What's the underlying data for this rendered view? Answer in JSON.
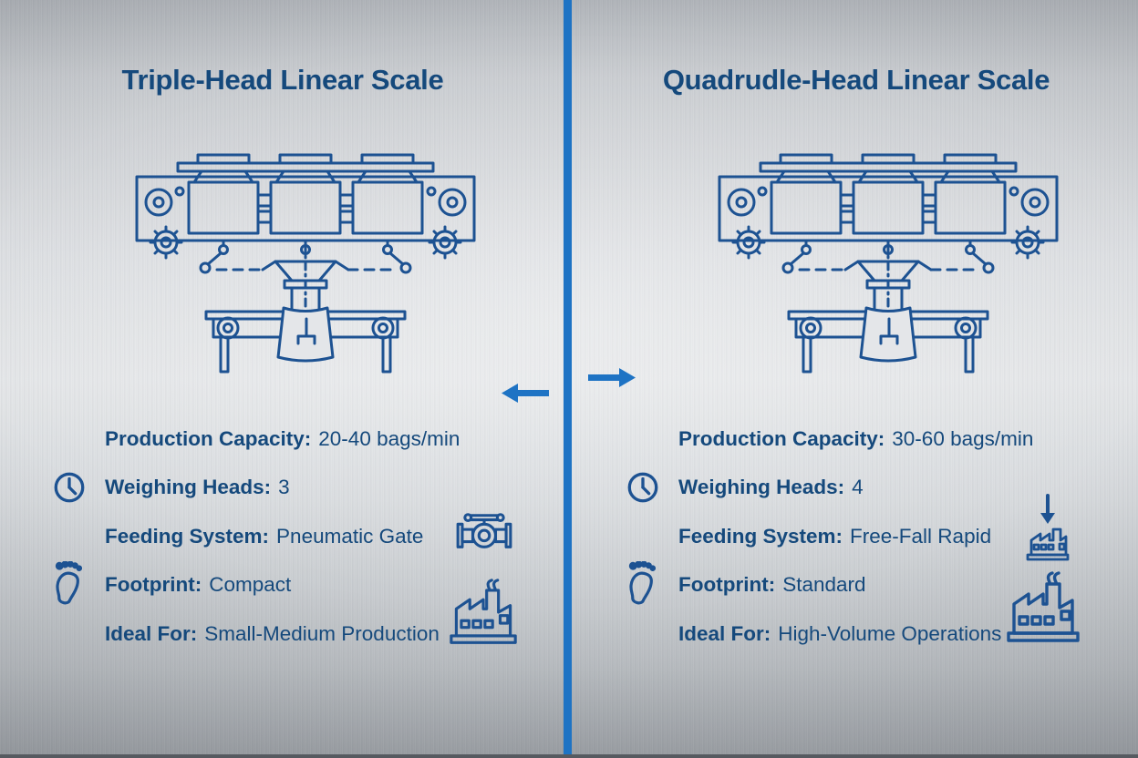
{
  "colors": {
    "accent_blue": "#1e73c4",
    "ink_blue": "#15497c",
    "machine_line_blue": "#1d5292"
  },
  "divider": {
    "left_arrow_icon": "arrow-left-icon",
    "right_arrow_icon": "arrow-right-icon"
  },
  "panels": [
    {
      "title": "Triple-Head Linear Scale",
      "machine_illustration": "triple-head-weigher-machine",
      "specs": [
        {
          "label": "Production Capacity:",
          "value": "20-40 bags/min"
        },
        {
          "label": "Weighing Heads:",
          "value": "3",
          "left_icon": "clock-icon"
        },
        {
          "label": "Feeding System:",
          "value": "Pneumatic Gate",
          "right_icon": "valve-icon"
        },
        {
          "label": "Footprint:",
          "value": "Compact",
          "left_icon": "footprint-icon"
        },
        {
          "label": "Ideal For:",
          "value": "Small-Medium Production",
          "right_icon": "factory-icon"
        }
      ]
    },
    {
      "title": "Quadrudle-Head Linear Scale",
      "machine_illustration": "quadruple-head-weigher-machine",
      "specs": [
        {
          "label": "Production Capacity:",
          "value": "30-60 bags/min"
        },
        {
          "label": "Weighing Heads:",
          "value": "4",
          "left_icon": "clock-icon"
        },
        {
          "label": "Feeding System:",
          "value": "Free-Fall Rapid",
          "right_icon": "free-fall-icon"
        },
        {
          "label": "Footprint:",
          "value": "Standard",
          "left_icon": "footprint-icon"
        },
        {
          "label": "Ideal For:",
          "value": "High-Volume Operations",
          "right_icon": "factory-icon"
        }
      ]
    }
  ]
}
